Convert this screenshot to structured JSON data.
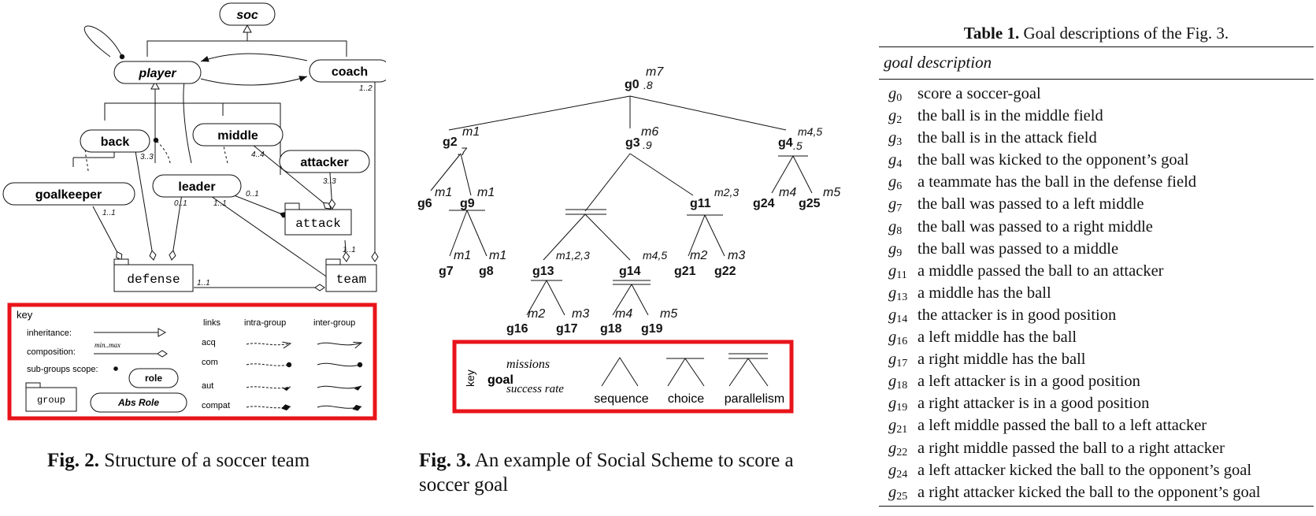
{
  "fig2": {
    "roles": {
      "soc": "soc",
      "player": "player",
      "coach": "coach",
      "back": "back",
      "middle": "middle",
      "attacker": "attacker",
      "leader": "leader",
      "goalkeeper": "goalkeeper"
    },
    "groups": {
      "attack": "attack",
      "defense": "defense",
      "team": "team"
    },
    "cardinalities": {
      "coach_team": "1..2",
      "back_defense": "3..3",
      "middle_attack": "4..4",
      "attacker_attack": "3..3",
      "goalkeeper_defense": "1..1",
      "leader_defense": "0..1",
      "leader_team": "1..1",
      "leader_attack": "0..1",
      "attack_team": "1..1",
      "defense_team": "1..1"
    },
    "key": {
      "title": "key",
      "inheritance": "inheritance:",
      "composition": "composition:",
      "composition_card": "min..max",
      "subgroups": "sub-groups scope:",
      "role": "role",
      "group": "group",
      "abs_role": "Abs Role",
      "col_links": "links",
      "col_intra": "intra-group",
      "col_inter": "inter-group",
      "links": [
        "acq",
        "com",
        "aut",
        "compat"
      ]
    },
    "caption_label": "Fig. 2.",
    "caption_text": "Structure of a soccer team"
  },
  "fig3": {
    "nodes": {
      "g0": "g0",
      "g2": "g2",
      "g3": "g3",
      "g4": "g4",
      "g6": "g6",
      "g9": "g9",
      "g11": "g11",
      "g24": "g24",
      "g25": "g25",
      "g7": "g7",
      "g8": "g8",
      "g13": "g13",
      "g14": "g14",
      "g21": "g21",
      "g22": "g22",
      "g16": "g16",
      "g17": "g17",
      "g18": "g18",
      "g19": "g19"
    },
    "missions": {
      "g0": "m7",
      "g2": "m1",
      "g3": "m6",
      "g4": "m4,5",
      "g6": "m1",
      "g9": "m1",
      "g11": "m2,3",
      "g24": "m4",
      "g25": "m5",
      "g7": "m1",
      "g8": "m1",
      "g13": "m1,2,3",
      "g14": "m4,5",
      "g21": "m2",
      "g22": "m3",
      "g16": "m2",
      "g17": "m3",
      "g18": "m4",
      "g19": "m5"
    },
    "rates": {
      "g0": ".8",
      "g2": ".7",
      "g3": ".9",
      "g4": ".5"
    },
    "key": {
      "title": "key",
      "missions": "missions",
      "goal": "goal",
      "success_rate": "success rate",
      "sequence": "sequence",
      "choice": "choice",
      "parallelism": "parallelism"
    },
    "caption_label": "Fig. 3.",
    "caption_text": "An example of Social Scheme to score a soccer goal"
  },
  "table1": {
    "caption_label": "Table 1.",
    "caption_text": "Goal descriptions of the Fig. 3.",
    "header": "goal description",
    "rows": [
      {
        "g": "g",
        "sub": "0",
        "desc": "score a soccer-goal"
      },
      {
        "g": "g",
        "sub": "2",
        "desc": "the ball is in the middle field"
      },
      {
        "g": "g",
        "sub": "3",
        "desc": "the ball is in the attack field"
      },
      {
        "g": "g",
        "sub": "4",
        "desc": "the ball was kicked to the opponent’s goal"
      },
      {
        "g": "g",
        "sub": "6",
        "desc": "a teammate has the ball in the defense field"
      },
      {
        "g": "g",
        "sub": "7",
        "desc": "the ball was passed to a left middle"
      },
      {
        "g": "g",
        "sub": "8",
        "desc": "the ball was passed to a right middle"
      },
      {
        "g": "g",
        "sub": "9",
        "desc": "the ball was passed to a middle"
      },
      {
        "g": "g",
        "sub": "11",
        "desc": "a middle passed the ball to an attacker"
      },
      {
        "g": "g",
        "sub": "13",
        "desc": "a middle has the ball"
      },
      {
        "g": "g",
        "sub": "14",
        "desc": "the attacker is in good position"
      },
      {
        "g": "g",
        "sub": "16",
        "desc": "a left middle has the ball"
      },
      {
        "g": "g",
        "sub": "17",
        "desc": "a right middle has the ball"
      },
      {
        "g": "g",
        "sub": "18",
        "desc": "a left attacker is in a good position"
      },
      {
        "g": "g",
        "sub": "19",
        "desc": "a right attacker is in a good position"
      },
      {
        "g": "g",
        "sub": "21",
        "desc": "a left middle passed the ball to a left attacker"
      },
      {
        "g": "g",
        "sub": "22",
        "desc": "a right middle passed the ball to a right attacker"
      },
      {
        "g": "g",
        "sub": "24",
        "desc": "a left attacker kicked the ball to the opponent’s goal"
      },
      {
        "g": "g",
        "sub": "25",
        "desc": "a right attacker kicked the ball to the opponent’s goal"
      }
    ]
  }
}
